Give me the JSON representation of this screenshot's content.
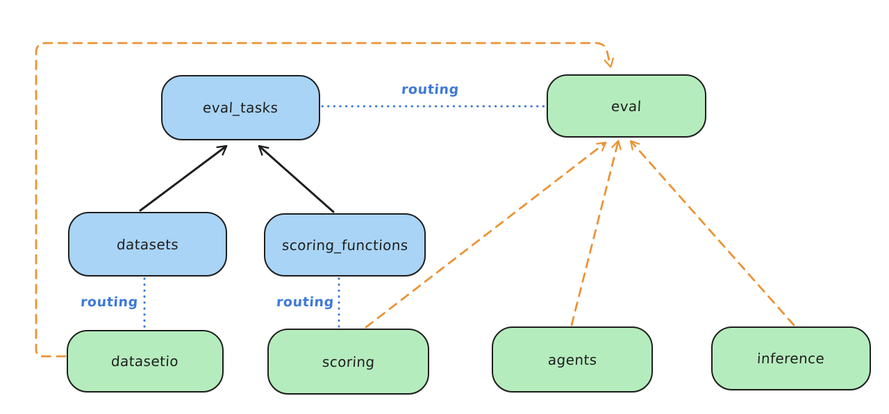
{
  "diagram": {
    "background_color": "#ffffff",
    "colors": {
      "api_node_fill": "#a9d4f6",
      "provider_node_fill": "#b5ecbd",
      "node_stroke": "#1e1e1e",
      "routing_line_blue": "#3d79d9",
      "provider_line_orange": "#eb9334",
      "solid_arrow_black": "#1e1e1e"
    },
    "nodes": [
      {
        "id": "eval_tasks",
        "label": "eval_tasks",
        "kind": "api"
      },
      {
        "id": "eval",
        "label": "eval",
        "kind": "provider"
      },
      {
        "id": "datasets",
        "label": "datasets",
        "kind": "api"
      },
      {
        "id": "scoring_functions",
        "label": "scoring_functions",
        "kind": "api"
      },
      {
        "id": "datasetio",
        "label": "datasetio",
        "kind": "provider"
      },
      {
        "id": "scoring",
        "label": "scoring",
        "kind": "provider"
      },
      {
        "id": "agents",
        "label": "agents",
        "kind": "provider"
      },
      {
        "id": "inference",
        "label": "inference",
        "kind": "provider"
      }
    ],
    "edges": [
      {
        "from": "datasets",
        "to": "eval_tasks",
        "style": "solid",
        "color": "black",
        "arrow": true,
        "label": ""
      },
      {
        "from": "scoring_functions",
        "to": "eval_tasks",
        "style": "solid",
        "color": "black",
        "arrow": true,
        "label": ""
      },
      {
        "from": "eval_tasks",
        "to": "eval",
        "style": "dotted",
        "color": "blue",
        "arrow": false,
        "label": "routing"
      },
      {
        "from": "datasets",
        "to": "datasetio",
        "style": "dotted",
        "color": "blue",
        "arrow": false,
        "label": "routing"
      },
      {
        "from": "scoring_functions",
        "to": "scoring",
        "style": "dotted",
        "color": "blue",
        "arrow": false,
        "label": "routing"
      },
      {
        "from": "datasetio",
        "to": "eval",
        "style": "dashed",
        "color": "orange",
        "arrow": true,
        "route": "around-left-and-top",
        "label": ""
      },
      {
        "from": "scoring",
        "to": "eval",
        "style": "dashed",
        "color": "orange",
        "arrow": true,
        "label": ""
      },
      {
        "from": "agents",
        "to": "eval",
        "style": "dashed",
        "color": "orange",
        "arrow": true,
        "label": ""
      },
      {
        "from": "inference",
        "to": "eval",
        "style": "dashed",
        "color": "orange",
        "arrow": true,
        "label": ""
      }
    ]
  }
}
